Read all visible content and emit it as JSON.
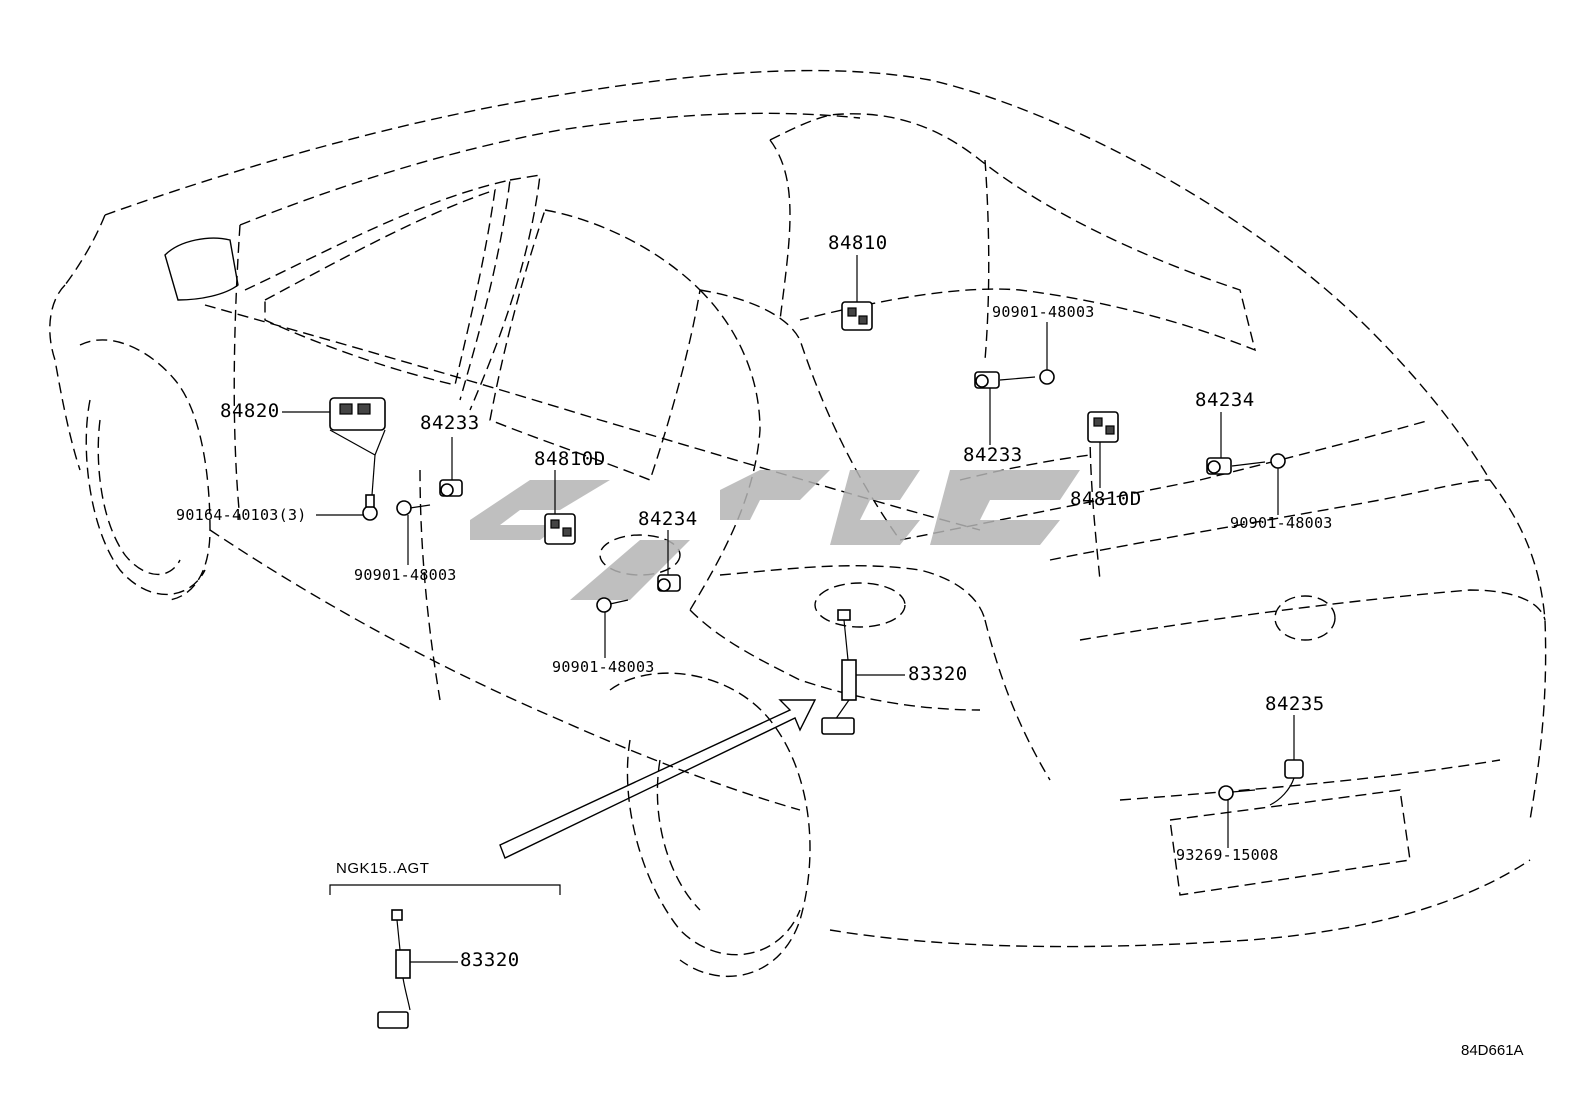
{
  "parts": {
    "p84810_top": "84810",
    "p84820": "84820",
    "p84233_left": "84233",
    "p84810D_left": "84810D",
    "p90164": "90164-40103(3)",
    "p90901_left": "90901-48003",
    "p84234_mid": "84234",
    "p90901_mid": "90901-48003",
    "p83320_main": "83320",
    "p90901_top": "90901-48003",
    "p84233_right": "84233",
    "p84810D_right": "84810D",
    "p84234_right": "84234",
    "p90901_right": "90901-48003",
    "p84235": "84235",
    "p93269": "93269-15008",
    "p83320_inset": "83320"
  },
  "inset": {
    "title": "NGK15..AGT"
  },
  "diagram_ref": "84D661A",
  "colors": {
    "line": "#000000",
    "watermark": "#b4b4b4",
    "background": "#ffffff"
  }
}
